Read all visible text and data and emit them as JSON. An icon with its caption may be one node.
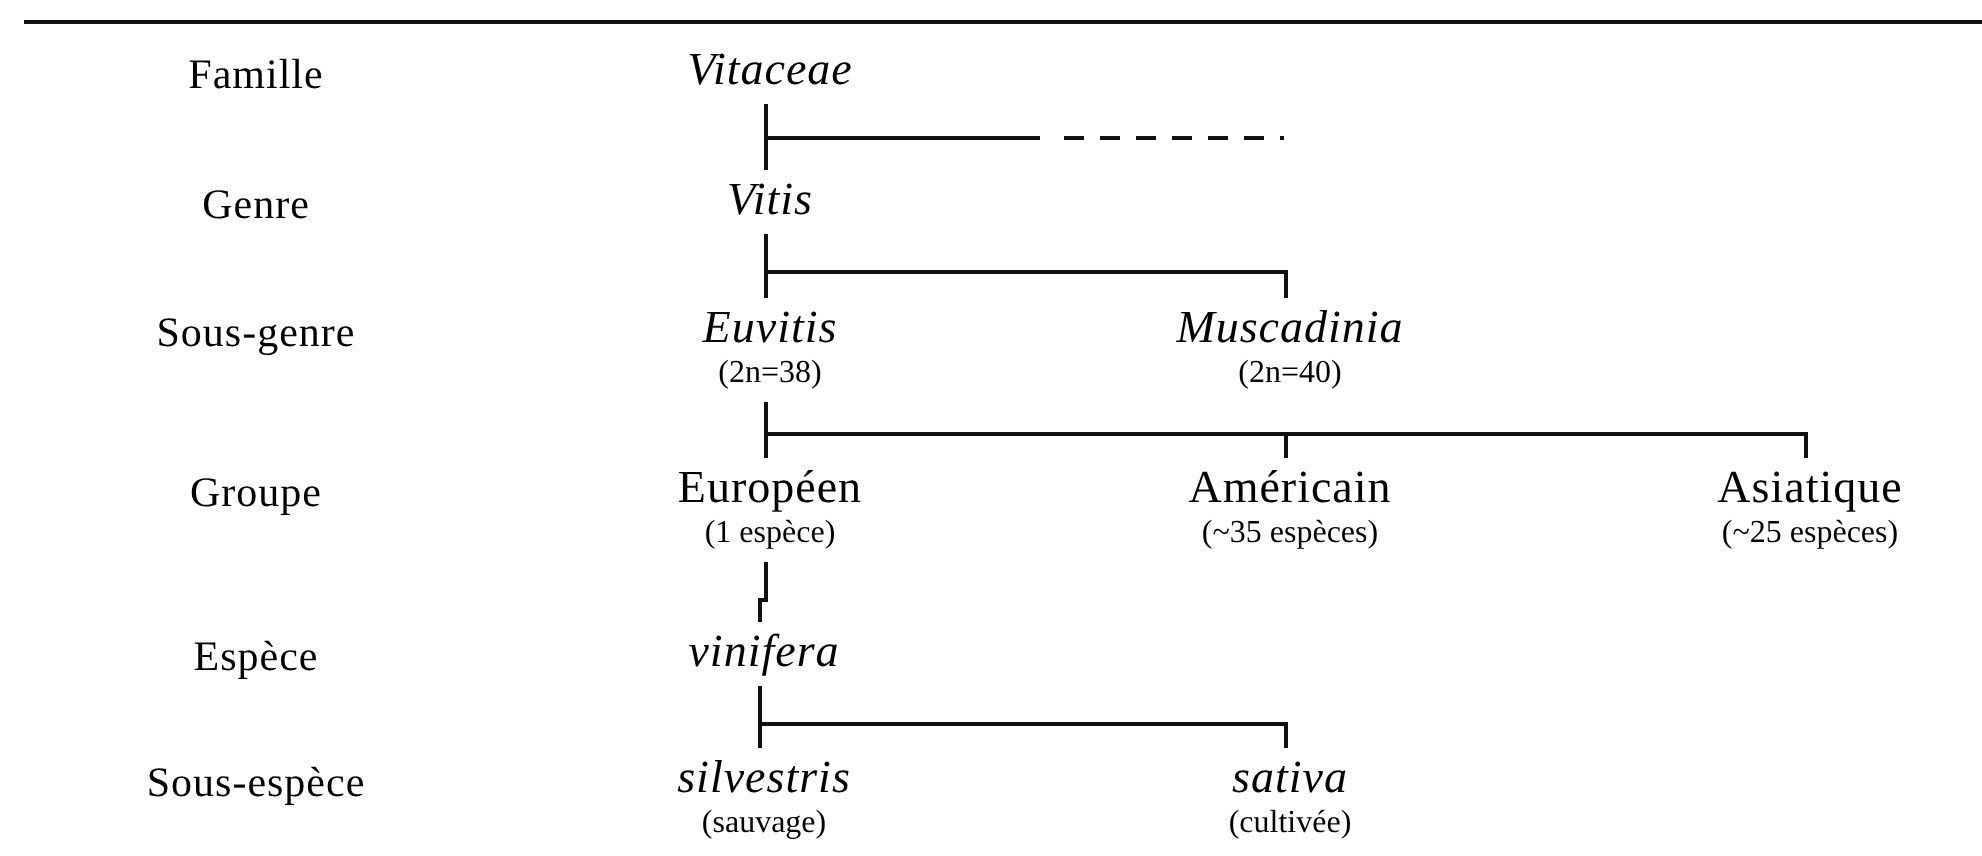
{
  "diagram": {
    "nodes": [
      {
        "text": [
          "Vitaceae"
        ]
      },
      {
        "text": [
          "Vitis"
        ]
      },
      {
        "text": [
          "Euvitis",
          "(2n=38)"
        ]
      },
      {
        "text": [
          "Muscadinia",
          "(2n=40)"
        ]
      },
      {
        "text": [
          "Européen",
          "(1 espèce)"
        ]
      },
      {
        "text": [
          "Américain",
          "(~35 espèces)"
        ]
      },
      {
        "text": [
          "Asiatique",
          "(~25 espèces)"
        ]
      },
      {
        "text": [
          "vinifera"
        ]
      },
      {
        "text": [
          "silvestris",
          "(sauvage)"
        ]
      },
      {
        "text": [
          "sativa",
          "(cultivée)"
        ]
      }
    ],
    "edges": [
      {
        "from": 0,
        "to": 1,
        "arrow": "none"
      },
      {
        "from": 0,
        "to": null,
        "arrow": "none",
        "style": "dashed"
      },
      {
        "from": 1,
        "to": 2,
        "arrow": "none"
      },
      {
        "from": 1,
        "to": 3,
        "arrow": "none"
      },
      {
        "from": 2,
        "to": 4,
        "arrow": "none"
      },
      {
        "from": 2,
        "to": 5,
        "arrow": "none"
      },
      {
        "from": 2,
        "to": 6,
        "arrow": "none"
      },
      {
        "from": 4,
        "to": 7,
        "arrow": "none"
      },
      {
        "from": 7,
        "to": 8,
        "arrow": "none"
      },
      {
        "from": 7,
        "to": 9,
        "arrow": "none"
      }
    ],
    "labels": [
      "Famille",
      "Genre",
      "Sous-genre",
      "Groupe",
      "Espèce",
      "Sous-espèce"
    ]
  }
}
